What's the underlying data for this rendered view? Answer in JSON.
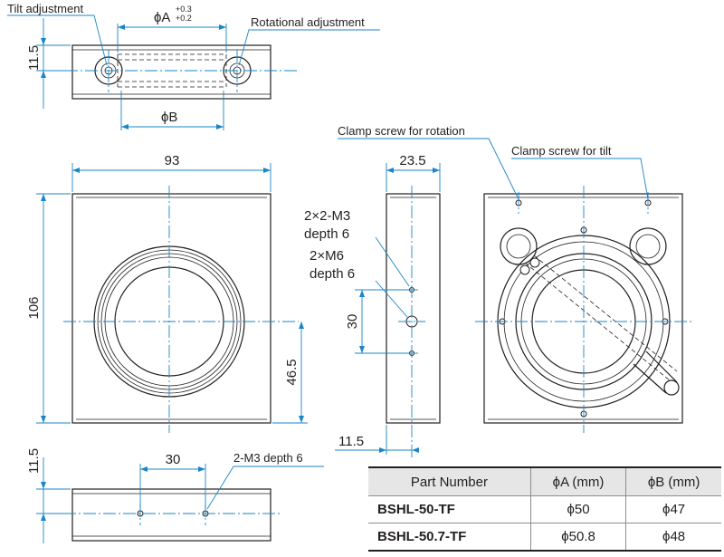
{
  "labels": {
    "tilt_adjustment": "Tilt adjustment",
    "rotational_adjustment": "Rotational adjustment",
    "clamp_screw_rotation": "Clamp screw for rotation",
    "clamp_screw_tilt": "Clamp screw for tilt",
    "tap_2x2m3_line1": "2×2-M3",
    "tap_2x2m3_line2": "depth 6",
    "tap_2xm6_line1": "2×M6",
    "tap_2xm6_line2": "depth 6",
    "tap_2m3": "2-M3 depth 6"
  },
  "dimensions": {
    "phiA_symbol": "ϕA",
    "phiA_tol_upper": "+0.3",
    "phiA_tol_lower": "+0.2",
    "phiB": "ϕB",
    "top_height": "11.5",
    "width": "93",
    "height": "106",
    "center_offset_vertical": "46.5",
    "side_thickness": "23.5",
    "m6_pitch": "30",
    "side_offset": "11.5",
    "bottom_height": "11.5",
    "bottom_hole_pitch": "30"
  },
  "table": {
    "headers": [
      "Part Number",
      "ϕA (mm)",
      "ϕB (mm)"
    ],
    "rows": [
      [
        "BSHL-50-TF",
        "ϕ50",
        "ϕ47"
      ],
      [
        "BSHL-50.7-TF",
        "ϕ50.8",
        "ϕ48"
      ]
    ]
  },
  "colors": {
    "line": "#231f20",
    "dimension": "#1a86c7",
    "table_header": "#e6e6e6"
  }
}
